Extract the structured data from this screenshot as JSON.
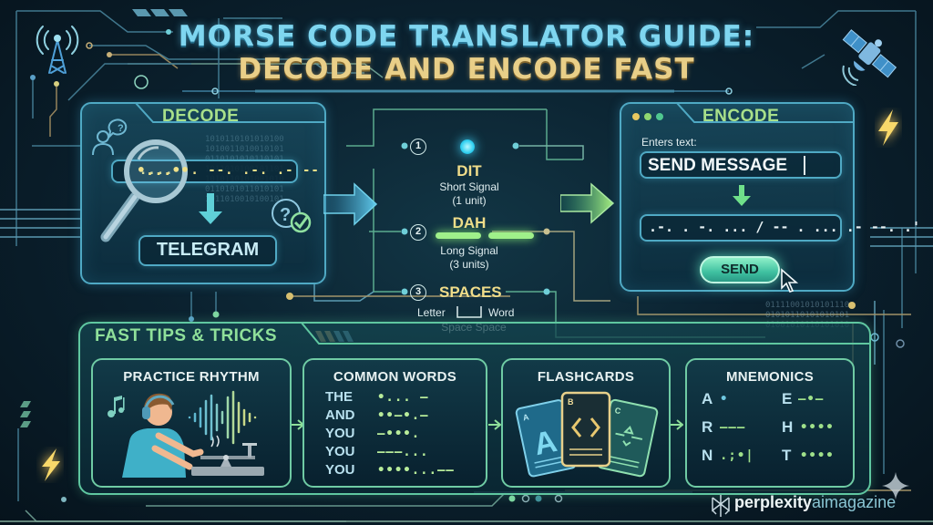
{
  "title": {
    "line1": "MORSE CODE TRANSLATOR GUIDE:",
    "line2": "DECODE AND ENCODE FAST"
  },
  "decode_panel": {
    "label": "DECODE",
    "morse_input": "- .... .. --. .-. .- --",
    "output": "TELEGRAM"
  },
  "signals": [
    {
      "number": "1",
      "name": "DIT",
      "desc1": "Short Signal",
      "desc2": "(1 unit)"
    },
    {
      "number": "2",
      "name": "DAH",
      "desc1": "Long Signal",
      "desc2": "(3 units)"
    },
    {
      "number": "3",
      "name": "SPACES",
      "left_label": "Letter",
      "right_label": "Word",
      "desc2": "Space Space"
    }
  ],
  "encode_panel": {
    "label": "ENCODE",
    "input_label": "Enters text:",
    "input_value": "SEND MESSAGE",
    "morse_output": ".-. . -. ... / -- . ... .- --. .'",
    "send_button": "SEND"
  },
  "tips": {
    "title": "FAST TIPS & TRICKS",
    "cards": [
      {
        "title": "PRACTICE RHYTHM"
      },
      {
        "title": "COMMON WORDS",
        "rows": [
          {
            "word": "THE",
            "code": "•... —"
          },
          {
            "word": "AND",
            "code": "••—•.—"
          },
          {
            "word": "YOU",
            "code": "—•••."
          },
          {
            "word": "YOU",
            "code": "———..."
          },
          {
            "word": "YOU",
            "code": "••••...——"
          }
        ]
      },
      {
        "title": "FLASHCARDS",
        "card_labels": [
          "A",
          "B",
          "C"
        ],
        "big_letter": "A",
        "code_symbol": "‹ ›"
      },
      {
        "title": "MNEMONICS",
        "items": [
          {
            "letter": "A",
            "code": "•"
          },
          {
            "letter": "E",
            "code": "—•—"
          },
          {
            "letter": "R",
            "code": "———"
          },
          {
            "letter": "H",
            "code": "••••"
          },
          {
            "letter": "N",
            "code": ".;•|"
          },
          {
            "letter": "T",
            "code": "••••"
          }
        ]
      }
    ]
  },
  "brand": {
    "part1": "perplexity",
    "part2": "aimagazine"
  },
  "binary_text": [
    "01111001010101110",
    "01010110101010101",
    "01001010110101010"
  ],
  "colors": {
    "background": "#0b2230",
    "panel_border": "#4fa9c4",
    "title_blue": "#7fd6f0",
    "title_gold": "#e9cf88",
    "accent_green": "#8fe09a",
    "morse_yellow": "#f0e08a"
  }
}
